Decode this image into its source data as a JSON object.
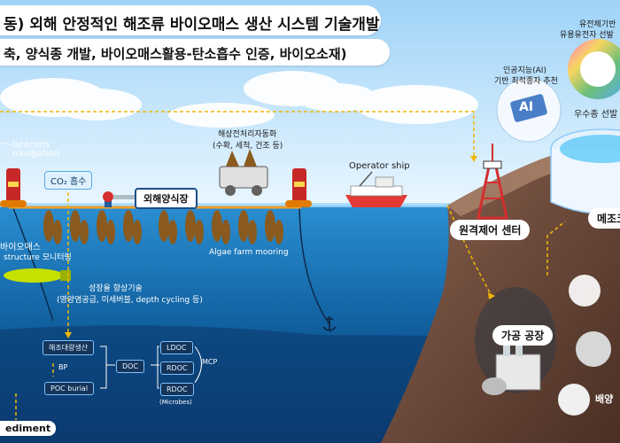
{
  "title": {
    "line1": "동) 외해 안정적인 해조류 바이오매스 생산 시스템 기술개발",
    "line2": "축, 양식종 개발, 바이오매스활용-탄소흡수 인증, 바이오소재)"
  },
  "left": {
    "beacons_line1": "ㅡ–beacons",
    "beacons_line2": "navigation",
    "biomass_line1": "바이오매스",
    "biomass_line2": "structure  모니터링"
  },
  "labels": {
    "co2": "CO₂ 흡수",
    "farm": "외해양식장",
    "harvest_line1": "해상전처리자동화",
    "harvest_line2": "(수확, 세척, 건조 등)",
    "operator_ship": "Operator ship",
    "mooring": "Algae farm mooring",
    "growth_line1": "성장율 향상기술",
    "growth_line2": "(영양염공급, 미세버블, depth cycling 등)",
    "ai_line1": "인공지능(AI)",
    "ai_line2": "기반 최적종자 추천",
    "ai_chip": "AI",
    "gene_line1": "유전체기반",
    "gene_line2": "유용유전자 선발",
    "species": "우수종 선발 및",
    "control_center": "원격제어 센터",
    "nursery": "메조코",
    "processing_plant": "가공 공장",
    "culture": "배양"
  },
  "carbon": {
    "biomass_production": "해조대량생산",
    "bp": "BP",
    "poc_burial": "POC burial",
    "doc": "DOC",
    "ldoc": "LDOC",
    "rdoc1": "RDOC",
    "rdoc2": "RDOC",
    "mcp": "MCP",
    "microbes": "(Microbes)",
    "sediment": "ediment"
  },
  "colors": {
    "sea_surface": "#1d7fc4",
    "sea_deep": "#0a3f7a",
    "sky": "#dbefff",
    "land": "#6b4a3a",
    "dash_arrow": "#f2b705",
    "buoy": "#c62828",
    "kelp": "#8a5a1e"
  }
}
